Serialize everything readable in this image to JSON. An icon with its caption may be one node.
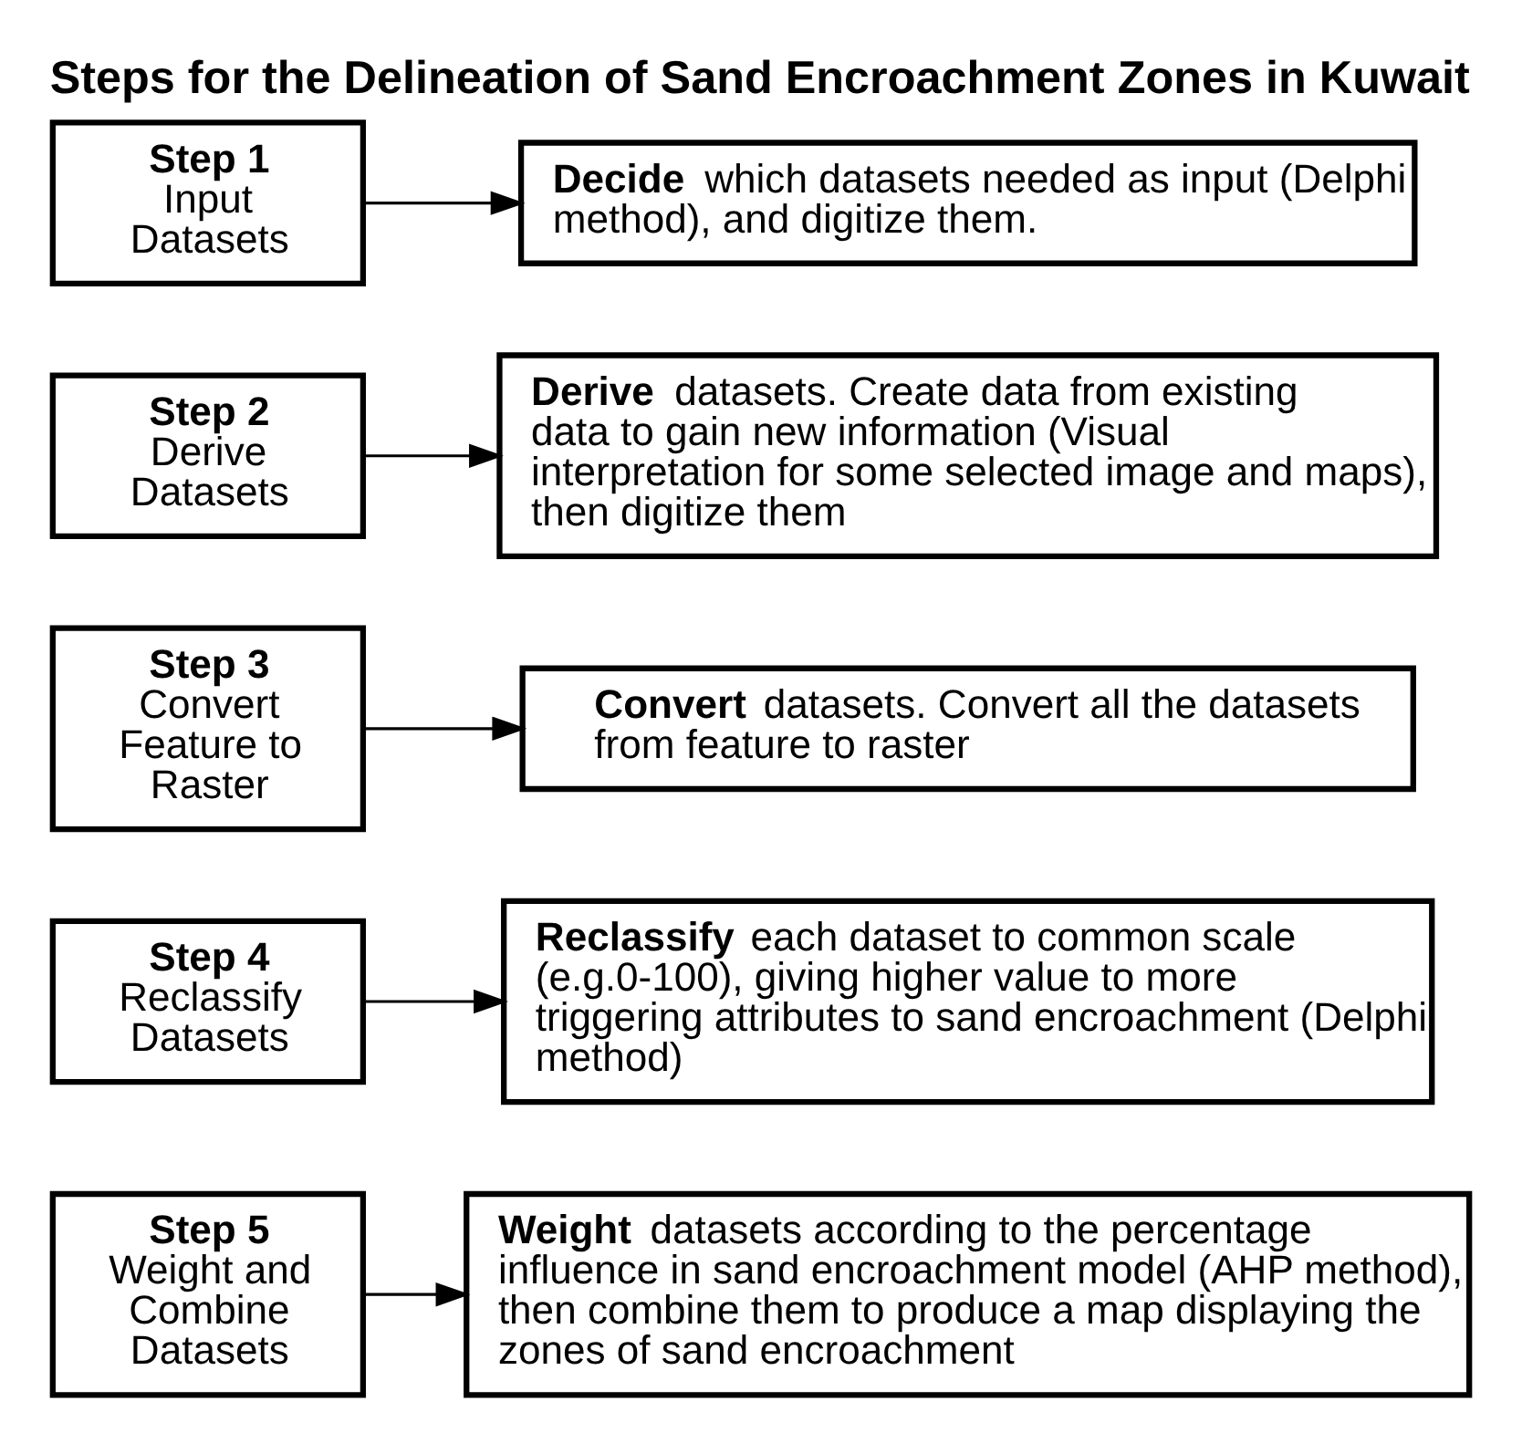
{
  "diagram": {
    "title": "Steps for the Delineation of Sand Encroachment Zones in Kuwait",
    "nodes": [
      {
        "text": [
          "Step 1",
          "Input Datasets"
        ]
      },
      {
        "text": [
          "**Decide** which datasets needed as input (Delphi method), and digitize them."
        ]
      },
      {
        "text": [
          "Step 2",
          "Derive Datasets"
        ]
      },
      {
        "text": [
          "**Derive** datasets. Create data from existing data to gain new information (Visual interpretation for some selected image and maps), then digitize them"
        ]
      },
      {
        "text": [
          "Step 3",
          "Convert Feature to Raster"
        ]
      },
      {
        "text": [
          "**Convert** datasets. Convert all the datasets from feature to raster"
        ]
      },
      {
        "text": [
          "Step 4",
          "Reclassify Datasets"
        ]
      },
      {
        "text": [
          "**Reclassify** each dataset to common scale (e.g.0-100), giving higher value to more triggering attributes to sand encroachment (Delphi method)"
        ]
      },
      {
        "text": [
          "Step 5",
          "Weight and Combine Datasets"
        ]
      },
      {
        "text": [
          "**Weight** datasets according to the percentage influence in sand encroachment model (AHP method), then combine them to produce a map displaying the zones of sand encroachment"
        ]
      }
    ],
    "edges": [
      {
        "from": 0,
        "to": 1,
        "arrow": "to"
      },
      {
        "from": 2,
        "to": 3,
        "arrow": "to"
      },
      {
        "from": 4,
        "to": 5,
        "arrow": "to"
      },
      {
        "from": 6,
        "to": 7,
        "arrow": "to"
      },
      {
        "from": 8,
        "to": 9,
        "arrow": "to"
      }
    ]
  }
}
